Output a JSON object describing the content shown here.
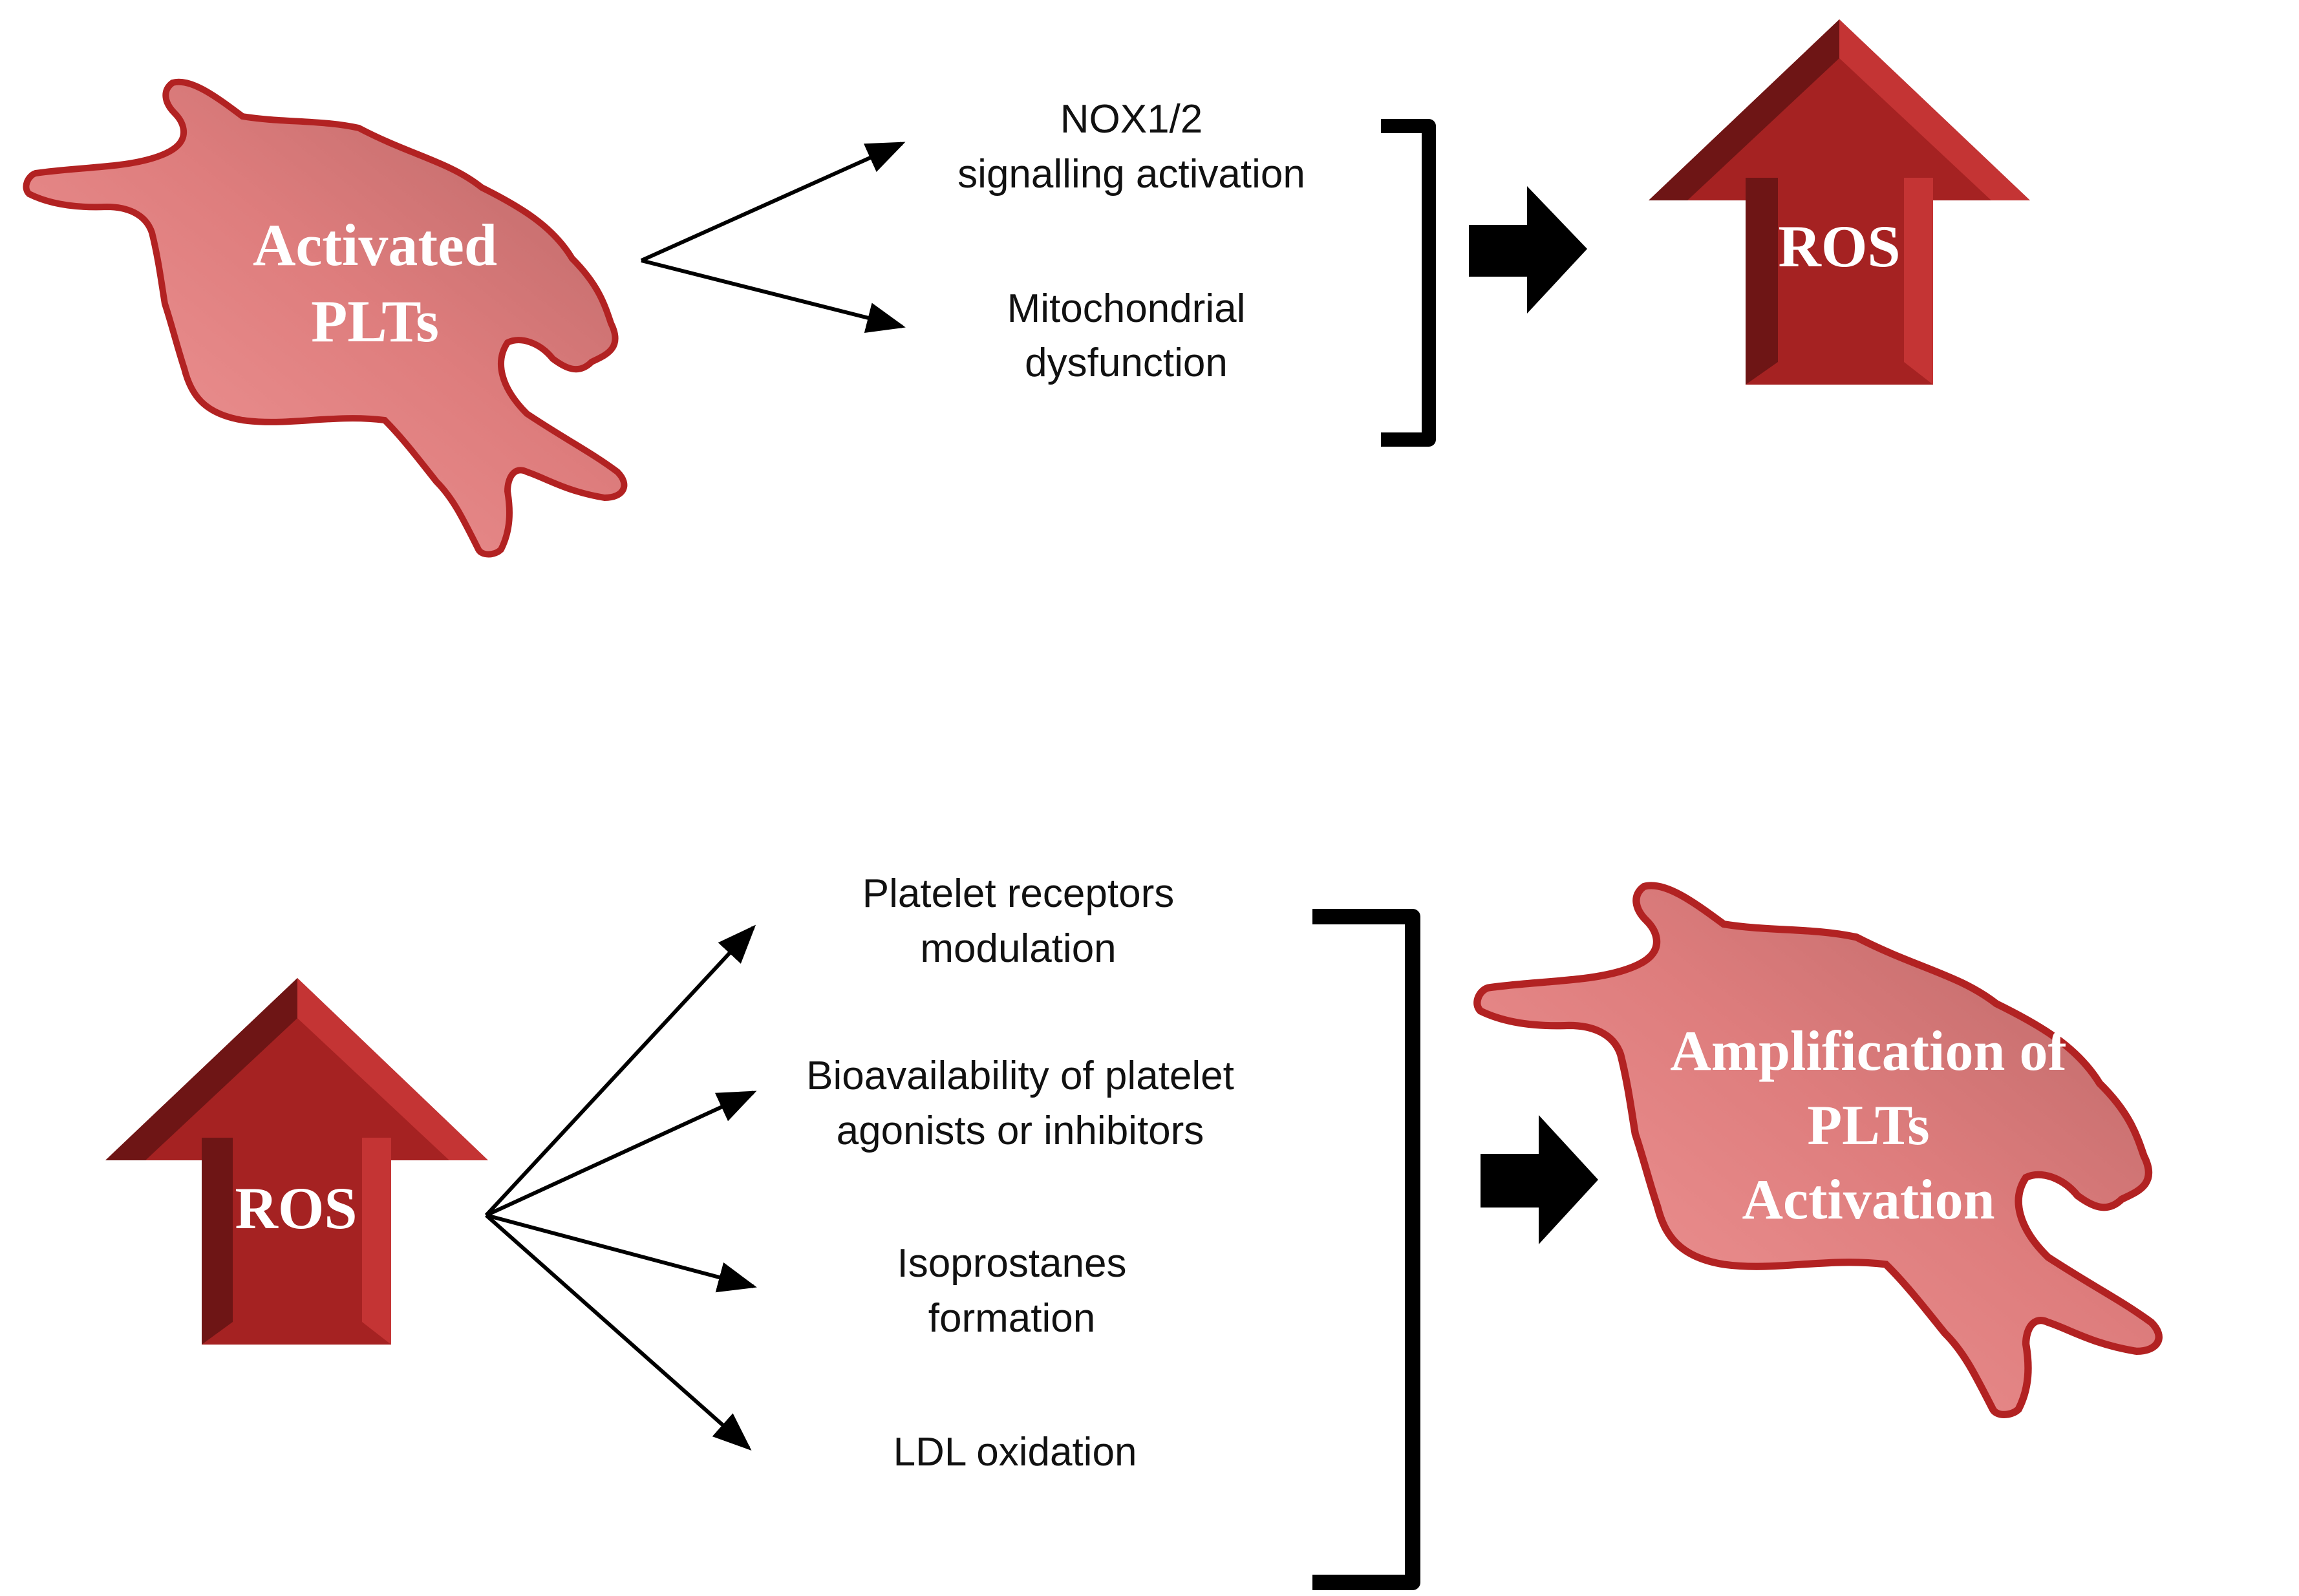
{
  "colors": {
    "cell_fill_light": "#ee8a8a",
    "cell_fill_dark": "#c06868",
    "cell_stroke": "#b22222",
    "arrow_front": "#a52222",
    "arrow_dark": "#6e1515",
    "arrow_light": "#c43434",
    "ink": "#000000"
  },
  "top": {
    "cell_label_line1": "Activated",
    "cell_label_line2": "PLTs",
    "label1_line1": "NOX1/2",
    "label1_line2": "signalling activation",
    "label2_line1": "Mitochondrial",
    "label2_line2": "dysfunction",
    "result_label": "ROS"
  },
  "bottom": {
    "source_label": "ROS",
    "items": [
      {
        "line1": "Platelet receptors",
        "line2": "modulation"
      },
      {
        "line1": "Bioavailability of platelet",
        "line2": "agonists or inhibitors"
      },
      {
        "line1": "Isoprostanes",
        "line2": "formation"
      },
      {
        "line1": "LDL oxidation",
        "line2": ""
      }
    ],
    "result_line1": "Amplification of",
    "result_line2": "PLTs",
    "result_line3": "Activation"
  }
}
